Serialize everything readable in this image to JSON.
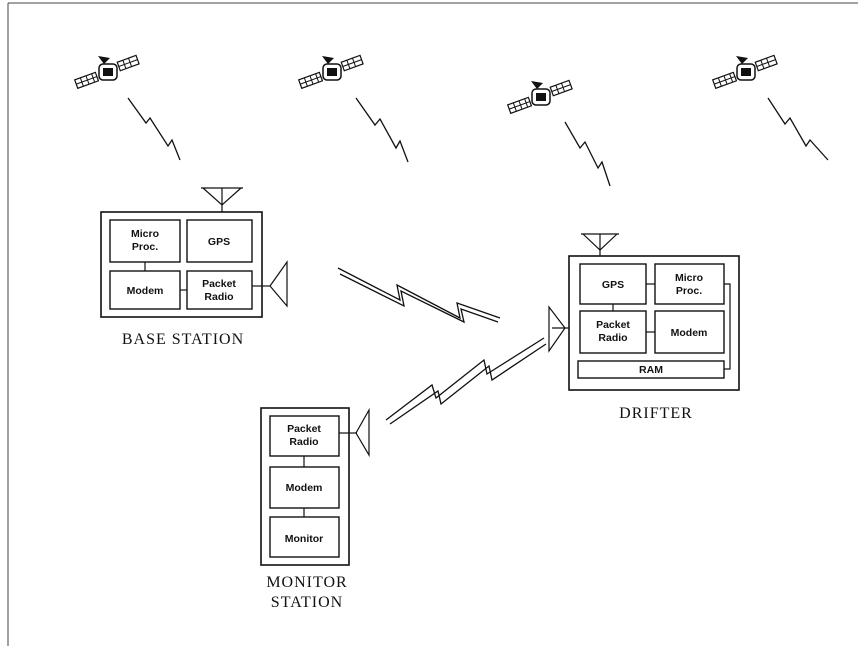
{
  "base_station": {
    "caption": "BASE STATION",
    "blocks": {
      "micro": [
        "Micro",
        "Proc."
      ],
      "gps": "GPS",
      "modem": "Modem",
      "radio": [
        "Packet",
        "Radio"
      ]
    }
  },
  "drifter": {
    "caption": "DRIFTER",
    "blocks": {
      "gps": "GPS",
      "micro": [
        "Micro",
        "Proc."
      ],
      "radio": [
        "Packet",
        "Radio"
      ],
      "modem": "Modem",
      "ram": "RAM"
    }
  },
  "monitor_station": {
    "caption": [
      "MONITOR",
      "STATION"
    ],
    "blocks": {
      "radio": [
        "Packet",
        "Radio"
      ],
      "modem": "Modem",
      "monitor": "Monitor"
    }
  },
  "icons": [
    "satellite-icon",
    "antenna-icon",
    "radio-link-icon"
  ]
}
